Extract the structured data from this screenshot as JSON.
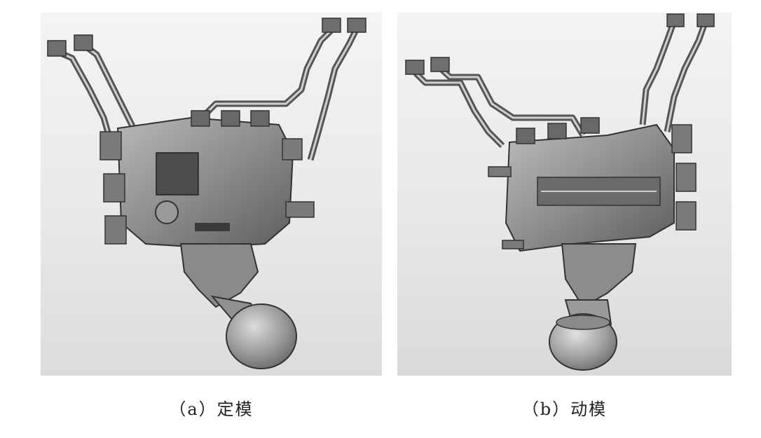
{
  "figure": {
    "panels": [
      {
        "id": "a",
        "caption": "（a）定模"
      },
      {
        "id": "b",
        "caption": "（b）动模"
      }
    ]
  }
}
